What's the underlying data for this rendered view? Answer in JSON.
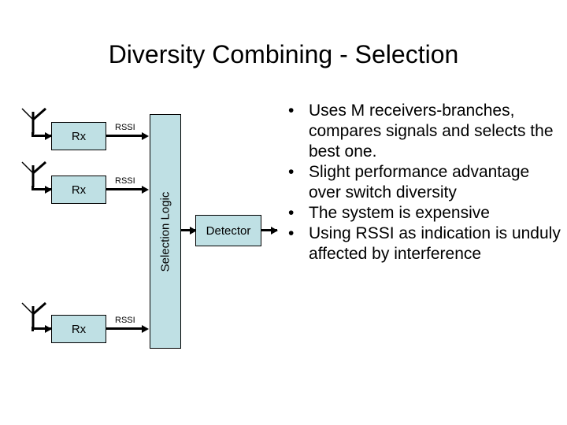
{
  "slide": {
    "title": "Diversity Combining - Selection",
    "background_color": "#ffffff",
    "box_fill_color": "#bfe0e4",
    "line_color": "#000000"
  },
  "diagram": {
    "branches": [
      {
        "antenna_label": "antenna-1",
        "receiver_label": "Rx",
        "signal_label": "RSSI"
      },
      {
        "antenna_label": "antenna-2",
        "receiver_label": "Rx",
        "signal_label": "RSSI"
      },
      {
        "antenna_label": "antenna-3",
        "receiver_label": "Rx",
        "signal_label": "RSSI"
      }
    ],
    "selection_logic_label": "Selection Logic",
    "detector_label": "Detector"
  },
  "bullets": [
    "Uses M receivers-branches, compares signals and selects the best one.",
    "Slight performance advantage over switch diversity",
    "The system is expensive",
    "Using RSSI as indication is unduly affected by interference"
  ],
  "bullet_marker": "•"
}
